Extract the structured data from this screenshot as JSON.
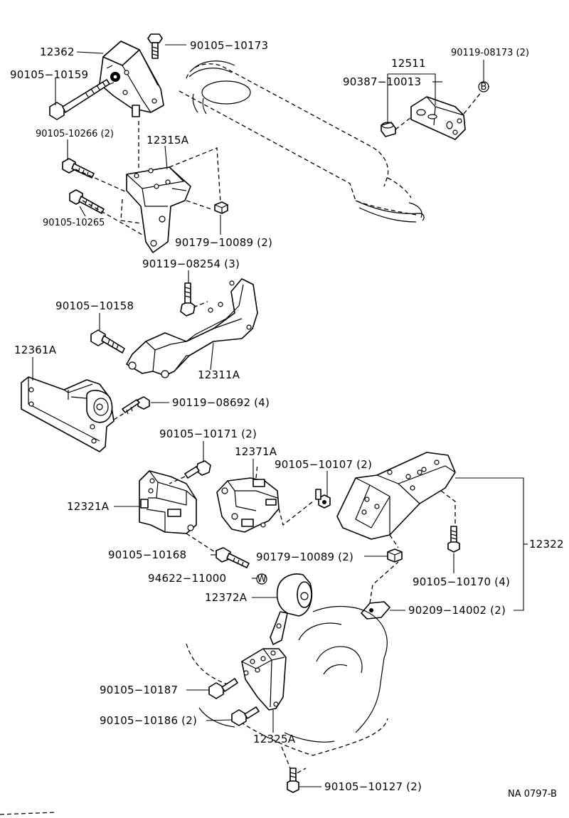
{
  "diagram": {
    "labels": {
      "p12362": "12362",
      "p90105_10173": "90105−10173",
      "p90105_10159": "90105−10159",
      "p90105_10266": "90105-10266 (2)",
      "p12315A": "12315A",
      "p90105_10265": "90105-10265",
      "p90179_10089_top": "90179−10089 (2)",
      "p12511": "12511",
      "p90387_10013": "90387−10013",
      "p90119_08173": "90119-08173 (2)",
      "p90119_08254": "90119−08254 (3)",
      "p90105_10158": "90105−10158",
      "p12311A": "12311A",
      "p12361A": "12361A",
      "p90119_08692": "90119−08692 (4)",
      "p90105_10171": "90105−10171 (2)",
      "p12371A": "12371A",
      "p90105_10107": "90105−10107 (2)",
      "p12321A": "12321A",
      "p12322": "12322",
      "p90105_10168": "90105−10168",
      "p90179_10089_mid": "90179−10089 (2)",
      "p90105_10170": "90105−10170 (4)",
      "p94622_11000": "94622−11000",
      "p12372A": "12372A",
      "p90209_14002": "90209−14002 (2)",
      "p90105_10187": "90105−10187",
      "p90105_10186": "90105−10186 (2)",
      "p12325A": "12325A",
      "p90105_10127": "90105−10127 (2)",
      "ref_code": "NA  0797-B"
    },
    "marker_letters": {
      "b_marker": "B",
      "w_marker": "W"
    }
  }
}
